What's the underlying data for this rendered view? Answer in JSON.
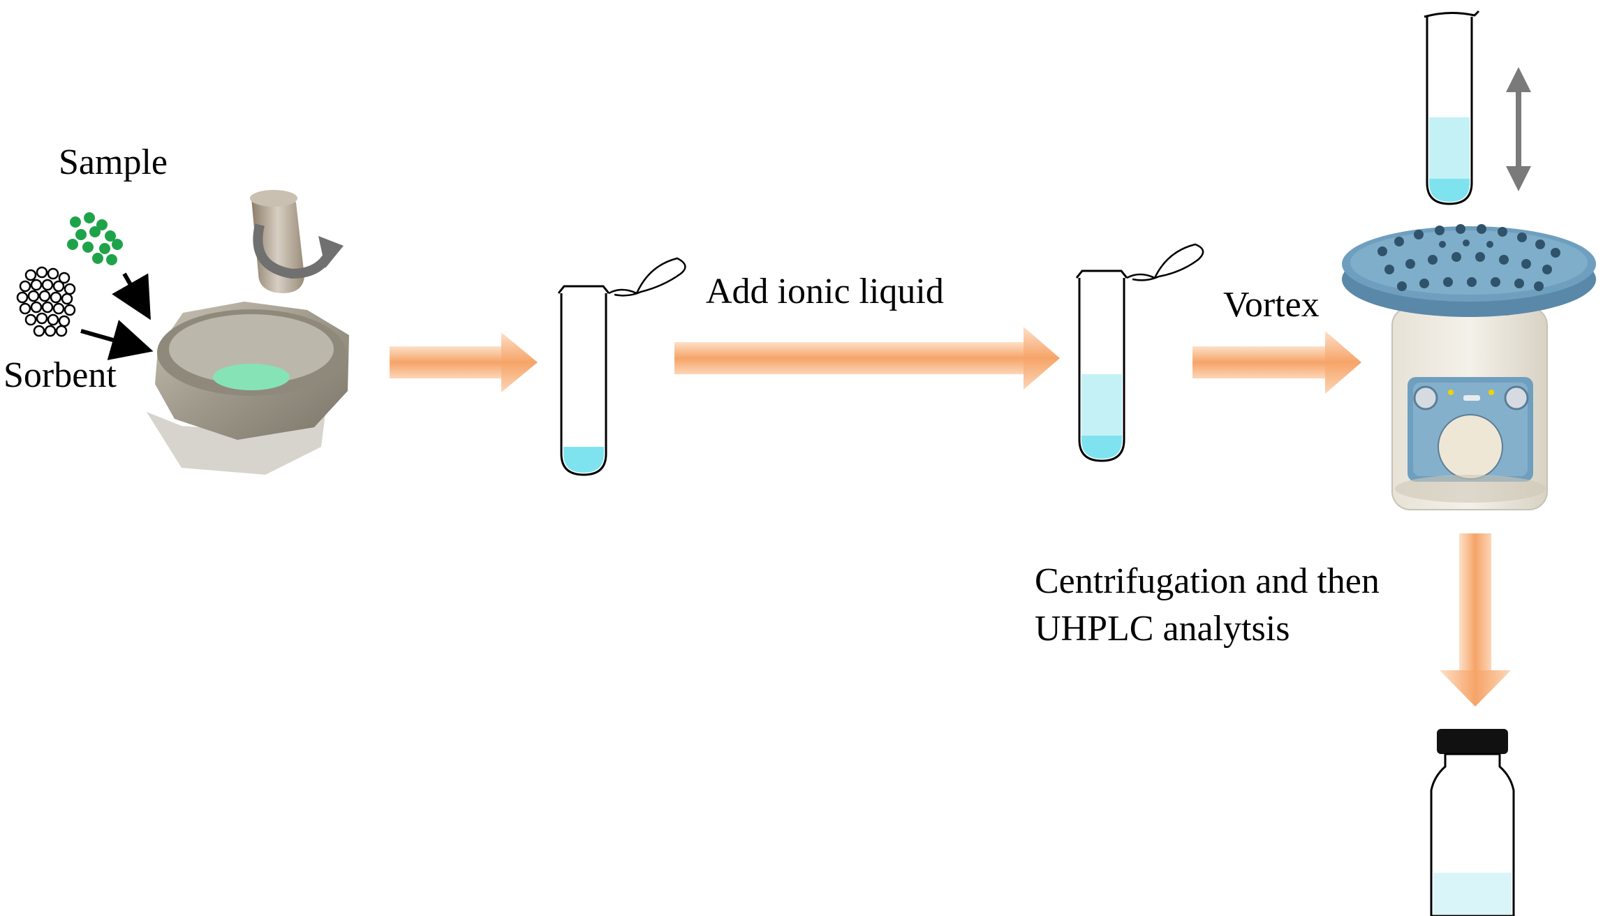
{
  "labels": {
    "sample": "Sample",
    "sorbent": "Sorbent",
    "add_ionic_liquid": "Add ionic liquid",
    "vortex": "Vortex",
    "centrifugation_line1": "Centrifugation and then",
    "centrifugation_line2": "UHPLC analytsis"
  },
  "colors": {
    "arrow_orange": "#f8b584",
    "liquid_cyan": "#7fe3ef",
    "sample_green": "#1fa34a",
    "mortar_gray": "#a9a394",
    "disc_green": "#86e3b5",
    "vortex_blue": "#6f9fbf",
    "vial_cap": "#111111"
  },
  "icons": [
    "sample-particles-icon",
    "sorbent-particles-icon",
    "mortar-icon",
    "pestle-icon",
    "rotation-arrow-icon",
    "empty-tube-icon",
    "filled-tube-icon",
    "shaking-tube-icon",
    "double-arrow-icon",
    "vortex-mixer-icon",
    "vial-icon"
  ]
}
